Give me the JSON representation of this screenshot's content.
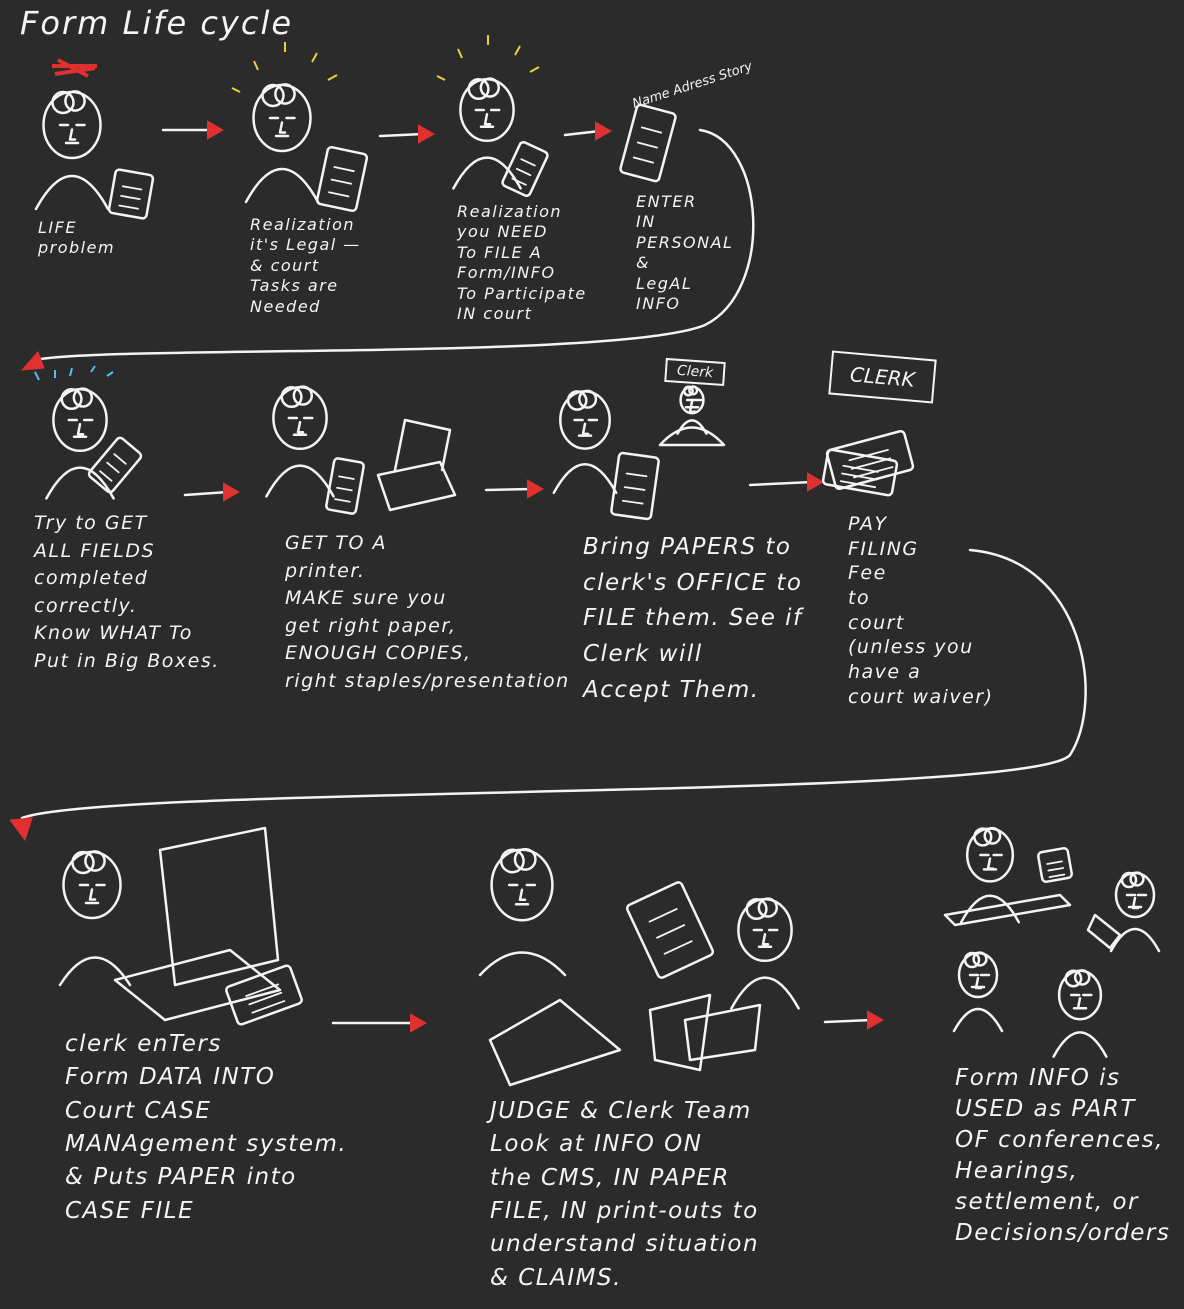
{
  "title": "Form Life cycle",
  "colors": {
    "background": "#2b2b2b",
    "ink": "#f4f4f4",
    "arrow": "#e0302f",
    "stress": "#4fc3e8",
    "spark": "#e8d23a"
  },
  "labels": {
    "paper_fields": "Name Adress Story",
    "clerk_sign_small": "Clerk",
    "clerk_sign_large": "CLERK"
  },
  "steps": [
    {
      "lines": [
        "LIFE",
        "problem"
      ]
    },
    {
      "lines": [
        "Realization",
        "it's Legal —",
        "& court",
        "Tasks are",
        "Needed"
      ]
    },
    {
      "lines": [
        "Realization",
        "you NEED",
        "To FILE A",
        "Form/INFO",
        "To Participate",
        "IN court"
      ]
    },
    {
      "lines": [
        "ENTER",
        "IN",
        "PERSONAL",
        "&",
        "LegAL",
        "INFO"
      ]
    },
    {
      "lines": [
        "Try to GET",
        "ALL FIELDS",
        "completed",
        "correctly.",
        "Know WHAT To",
        "Put in Big Boxes."
      ]
    },
    {
      "lines": [
        "GET TO A",
        "printer.",
        "MAKE sure you",
        "get right paper,",
        "ENOUGH COPIES,",
        "right staples/presentation"
      ]
    },
    {
      "lines": [
        "Bring PAPERS to",
        "clerk's OFFICE to",
        "FILE them. See if",
        "Clerk will",
        "Accept Them."
      ]
    },
    {
      "lines": [
        "PAY",
        "FILING",
        "Fee",
        "to",
        "court",
        "(unless you",
        "have a",
        "court waiver)"
      ]
    },
    {
      "lines": [
        "clerk enTers",
        "Form DATA INTO",
        "Court CASE",
        "MANAgement system.",
        "& Puts PAPER into",
        "CASE FILE"
      ]
    },
    {
      "lines": [
        "JUDGE & Clerk Team",
        "Look at INFO ON",
        "the CMS, IN PAPER",
        "FILE, IN print-outs to",
        "understand situation",
        "& CLAIMS."
      ]
    },
    {
      "lines": [
        "Form INFO is",
        "USED as PART",
        "OF conferences,",
        "Hearings,",
        "settlement, or",
        "Decisions/orders"
      ]
    }
  ]
}
